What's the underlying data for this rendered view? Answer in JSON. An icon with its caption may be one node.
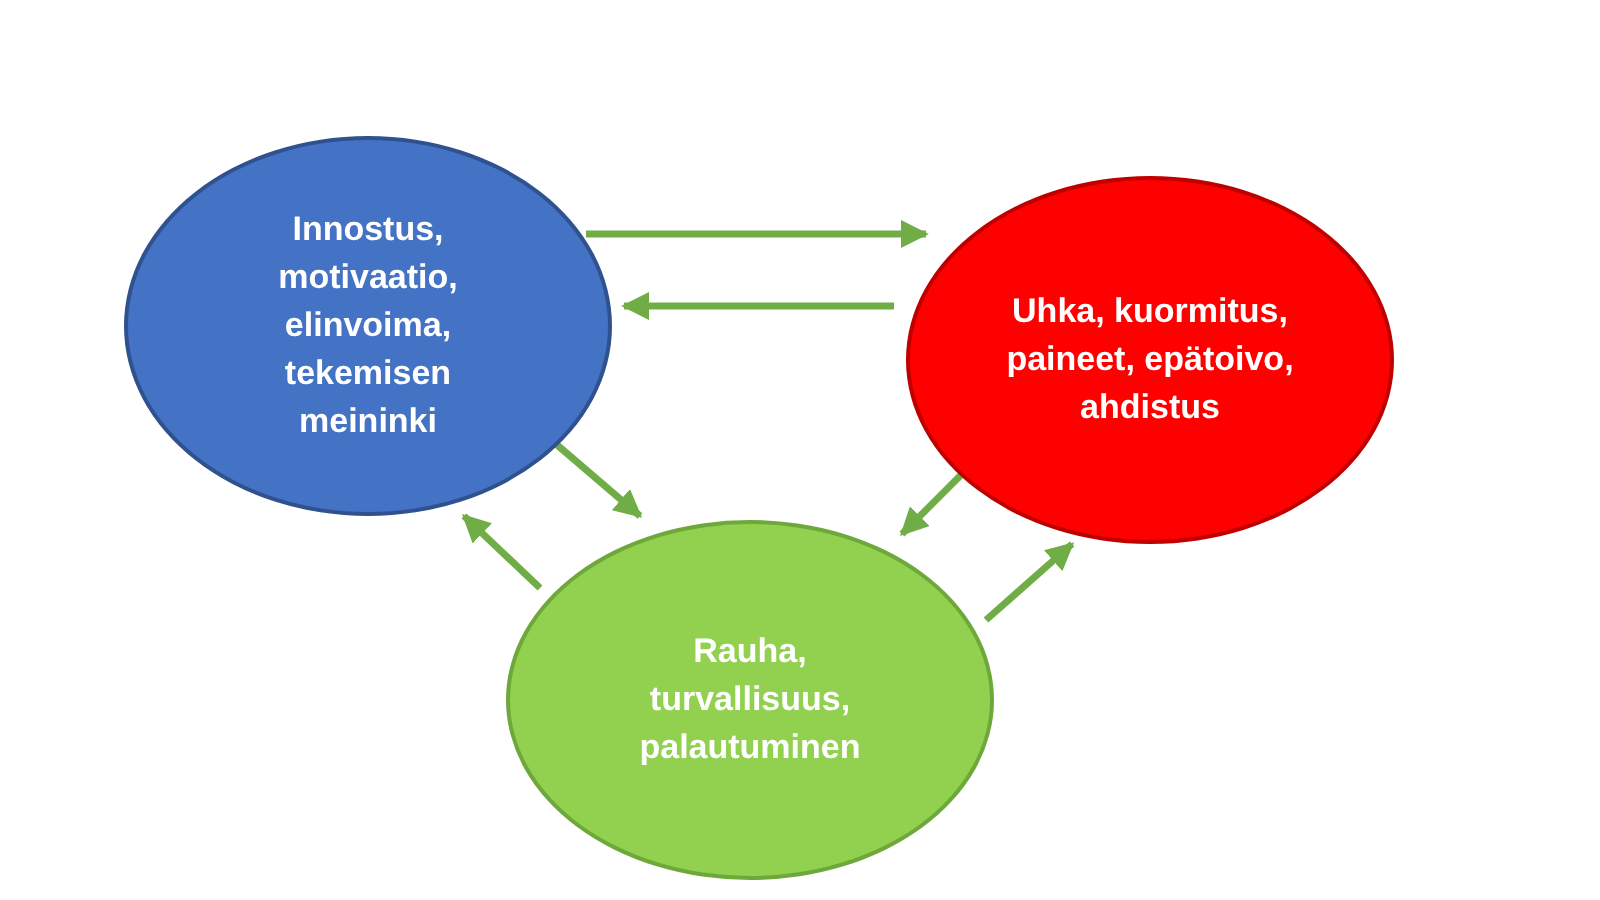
{
  "diagram": {
    "nodes": [
      {
        "text": [
          "Innostus, motivaatio, elinvoima, tekemisen meininki"
        ]
      },
      {
        "text": [
          "Uhka, kuormitus, paineet, epätoivo, ahdistus"
        ]
      },
      {
        "text": [
          "Rauha, turvallisuus, palautuminen"
        ]
      }
    ],
    "edges": [
      {
        "from": 0,
        "to": 1,
        "arrow": "to"
      },
      {
        "from": 1,
        "to": 0,
        "arrow": "to"
      },
      {
        "from": 0,
        "to": 2,
        "arrow": "to"
      },
      {
        "from": 2,
        "to": 0,
        "arrow": "to"
      },
      {
        "from": 1,
        "to": 2,
        "arrow": "to"
      },
      {
        "from": 2,
        "to": 1,
        "arrow": "to"
      }
    ]
  }
}
